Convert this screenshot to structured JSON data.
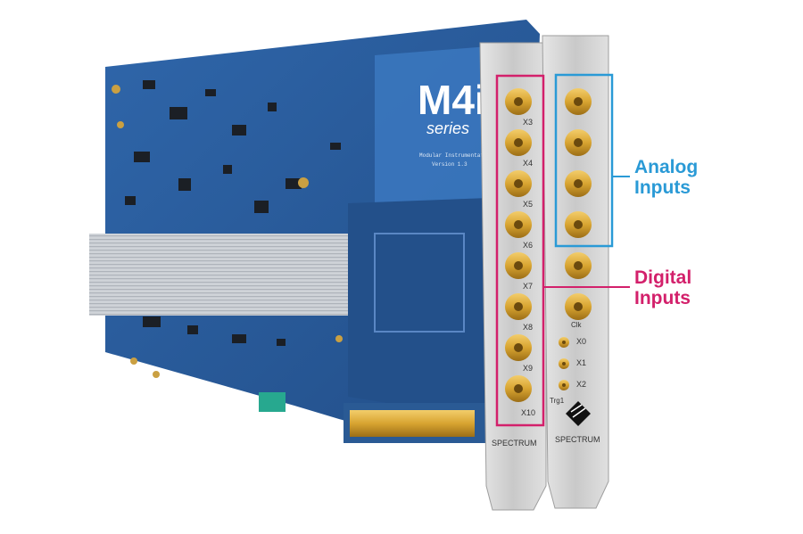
{
  "product": {
    "logo_text": "M4i",
    "logo_subtitle": "series",
    "board_text": "Modular Instrumentation Type",
    "board_version": "Version 1.3"
  },
  "connectors": {
    "left_bracket": [
      "X3",
      "X4",
      "X5",
      "X6",
      "X7",
      "X8",
      "X9",
      "X10"
    ],
    "right_bracket": [
      "X0",
      "X1",
      "X2"
    ],
    "right_extra": [
      "Clk",
      "Trg1"
    ]
  },
  "brand": {
    "left": "SPECTRUM",
    "right": "SPECTRUM"
  },
  "callouts": {
    "analog": {
      "line1": "Analog",
      "line2": "Inputs"
    },
    "digital": {
      "line1": "Digital",
      "line2": "Inputs"
    }
  },
  "colors": {
    "analog_accent": "#2a9ad6",
    "digital_accent": "#d3206b",
    "pcb": "#2b5b9b",
    "gold": "#d8a431"
  }
}
